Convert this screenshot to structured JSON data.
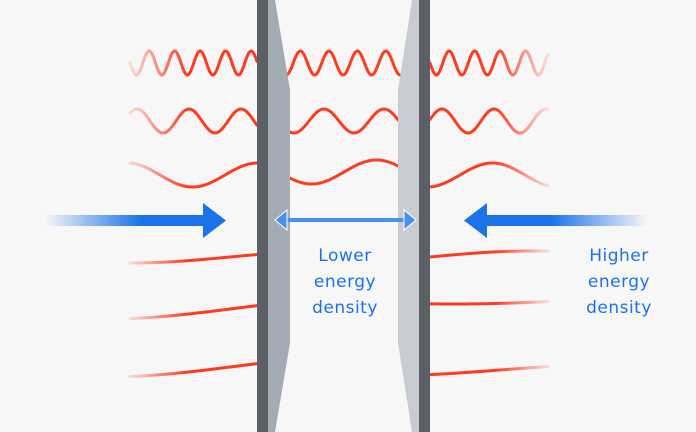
{
  "labels": {
    "inside": [
      "Lower",
      "energy",
      "density"
    ],
    "outside": [
      "Higher",
      "energy",
      "density"
    ]
  },
  "colors": {
    "wave": "#ff3b1f",
    "arrow": "#1a73e8",
    "double_arrow": "#4a90f0",
    "plate_dark": "#5a6066",
    "plate_left_face": "#a3abb4",
    "plate_right_face": "#c8ccd2",
    "background": "#f7f7f7"
  },
  "icons": [
    "force-arrow-right",
    "force-arrow-left",
    "double-headed-arrow"
  ]
}
